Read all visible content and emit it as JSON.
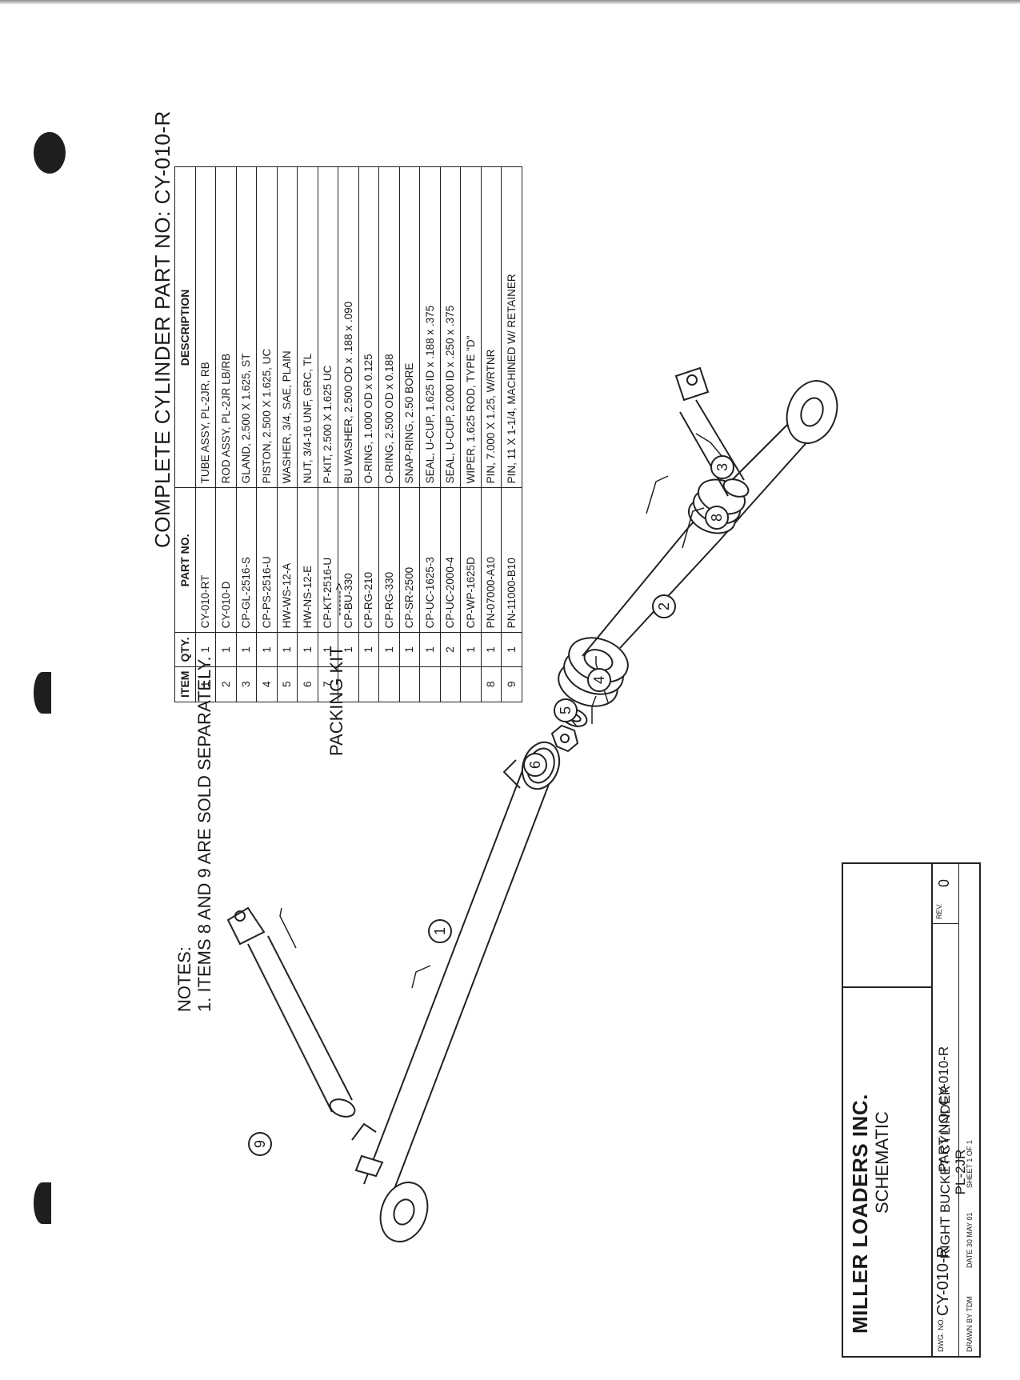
{
  "title": "COMPLETE CYLINDER PART NO: CY-010-R",
  "table": {
    "headers": [
      "ITEM",
      "QTY.",
      "PART NO.",
      "DESCRIPTION"
    ],
    "rows": [
      {
        "item": "1",
        "qty": "1",
        "part": "CY-010-RT",
        "desc": "TUBE ASSY, PL-2JR, RB"
      },
      {
        "item": "2",
        "qty": "1",
        "part": "CY-010-D",
        "desc": "ROD ASSY, PL-2JR LB/RB"
      },
      {
        "item": "3",
        "qty": "1",
        "part": "CP-GL-2516-S",
        "desc": "GLAND, 2.500 X 1.625, ST"
      },
      {
        "item": "4",
        "qty": "1",
        "part": "CP-PS-2516-U",
        "desc": "PISTON, 2.500 X 1.625, UC"
      },
      {
        "item": "5",
        "qty": "1",
        "part": "HW-WS-12-A",
        "desc": "WASHER, 3/4, SAE, PLAIN"
      },
      {
        "item": "6",
        "qty": "1",
        "part": "HW-NS-12-E",
        "desc": "NUT, 3/4-16 UNF, GRC, TL"
      },
      {
        "item": "7",
        "qty": "1",
        "part": "CP-KT-2516-U",
        "desc": "P-KIT, 2.500 X 1.625 UC"
      },
      {
        "item": "",
        "qty": "1",
        "part": "CP-BU-330",
        "desc": "BU WASHER, 2.500 OD x .188 x .090"
      },
      {
        "item": "",
        "qty": "1",
        "part": "CP-RG-210",
        "desc": "O-RING, 1.000 OD x 0.125"
      },
      {
        "item": "",
        "qty": "1",
        "part": "CP-RG-330",
        "desc": "O-RING, 2.500 OD x 0.188"
      },
      {
        "item": "",
        "qty": "1",
        "part": "CP-SR-2500",
        "desc": "SNAP-RING, 2.50 BORE"
      },
      {
        "item": "",
        "qty": "1",
        "part": "CP-UC-1625-3",
        "desc": "SEAL, U-CUP, 1.625 ID x .188 x .375"
      },
      {
        "item": "",
        "qty": "2",
        "part": "CP-UC-2000-4",
        "desc": "SEAL, U-CUP, 2.000 ID x .250 x .375"
      },
      {
        "item": "",
        "qty": "1",
        "part": "CP-WP-1625D",
        "desc": "WIPER, 1.625 ROD, TYPE \"D\""
      },
      {
        "item": "8",
        "qty": "1",
        "part": "PN-07000-A10",
        "desc": "PIN, 7.000 X 1.25, W/RTNR"
      },
      {
        "item": "9",
        "qty": "1",
        "part": "PN-11000-B10",
        "desc": "PIN, 11 X 1-1/4, MACHINED W/ RETAINER"
      }
    ]
  },
  "packing_kit": {
    "label": "PACKING KIT",
    "arrow": "------>"
  },
  "notes": {
    "heading": "NOTES:",
    "item1": "1. ITEMS 8 AND 9 ARE SOLD SEPARATELY."
  },
  "callouts": [
    "1",
    "2",
    "3",
    "4",
    "5",
    "6",
    "8",
    "9"
  ],
  "title_block": {
    "company": "MILLER LOADERS INC.",
    "doc_type": "SCHEMATIC",
    "desc_line1": "RIGHT BUCKET CYLINDER",
    "desc_line2": "PL-2JR",
    "desc_line3": "PART NO: CY-010-R",
    "dwg_label": "DWG. NO.",
    "dwg_no": "CY-010-R",
    "drawn_by": "DRAWN BY TDM",
    "date": "DATE 30 MAY 01",
    "sheet": "SHEET 1 OF 1",
    "rev_label": "REV.",
    "rev": "0"
  }
}
